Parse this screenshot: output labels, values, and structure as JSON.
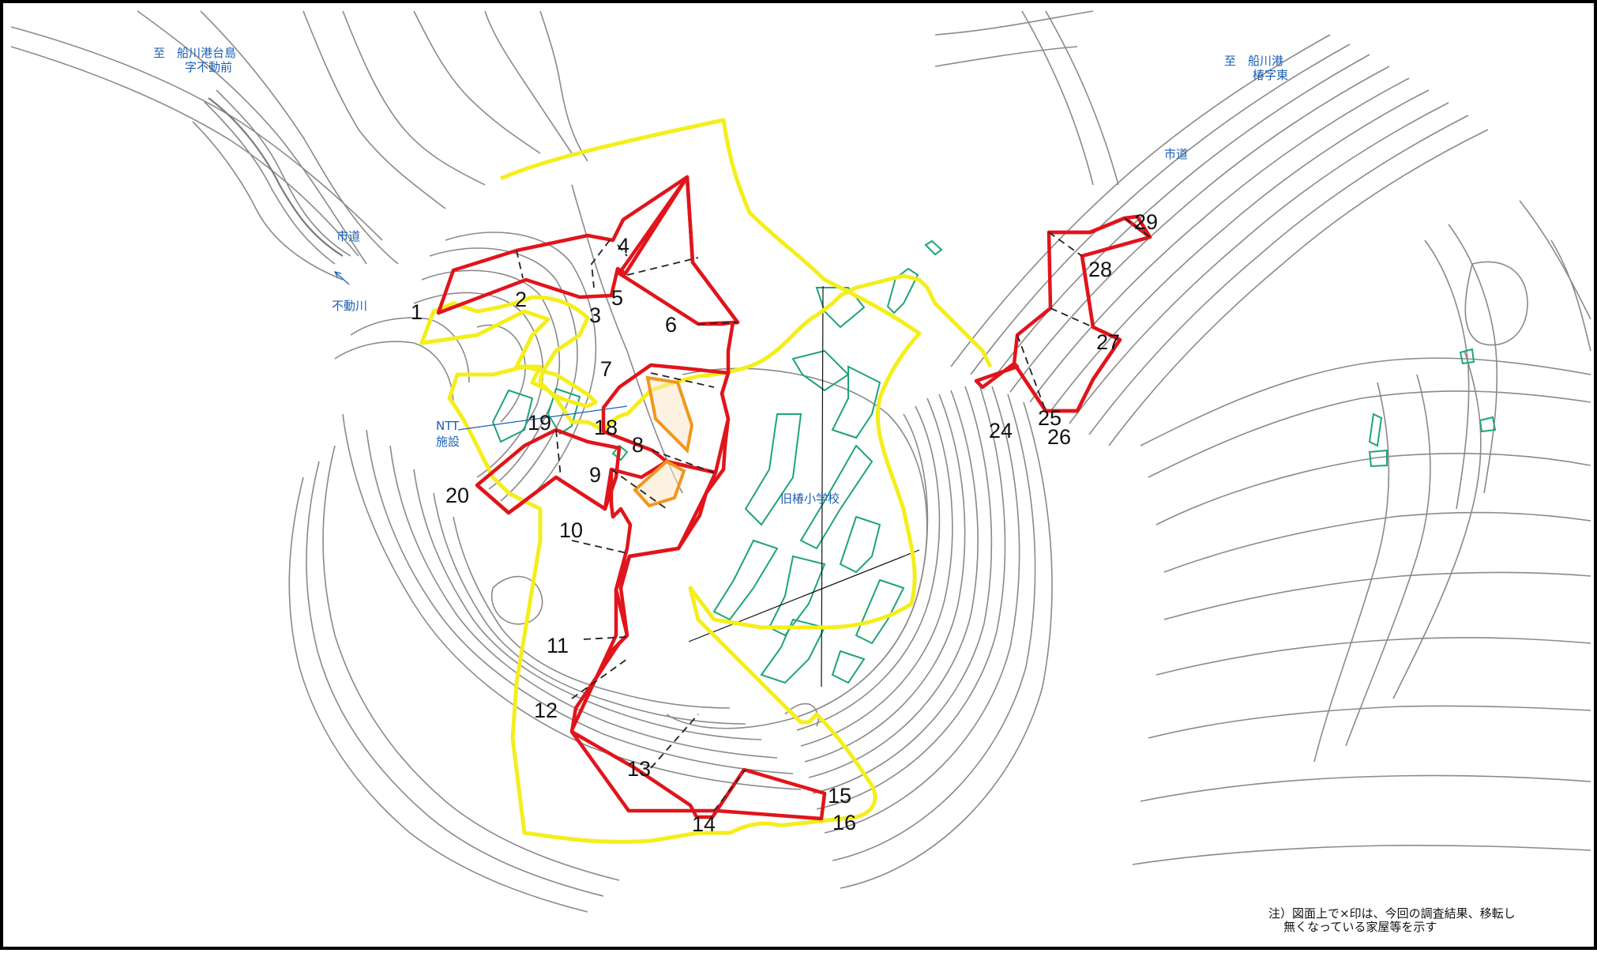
{
  "labels": {
    "dest_left_line1": "至　船川港台島",
    "dest_left_line2": "字不動前",
    "dest_right_line1": "至　船川港",
    "dest_right_line2": "椿字東",
    "city_road_left": "市道",
    "city_road_right": "市道",
    "river": "不動川",
    "ntt_line1": "NTT",
    "ntt_line2": "施設",
    "school": "旧椿小学校"
  },
  "zone_numbers": [
    "1",
    "2",
    "3",
    "4",
    "5",
    "6",
    "7",
    "8",
    "9",
    "10",
    "11",
    "12",
    "13",
    "14",
    "15",
    "16",
    "18",
    "19",
    "20",
    "24",
    "25",
    "26",
    "27",
    "28",
    "29"
  ],
  "note": {
    "line1": "注）図面上で×印は、今回の調査結果、移転し",
    "line2": "無くなっている家屋等を示す"
  },
  "colors": {
    "boundary_yellow": "#f4ee1c",
    "zone_red": "#e1141b",
    "zone_orange": "#f0961e",
    "building_green": "#1fa37a",
    "contour_gray": "#8a8a8a",
    "label_blue": "#1b5fb4"
  }
}
